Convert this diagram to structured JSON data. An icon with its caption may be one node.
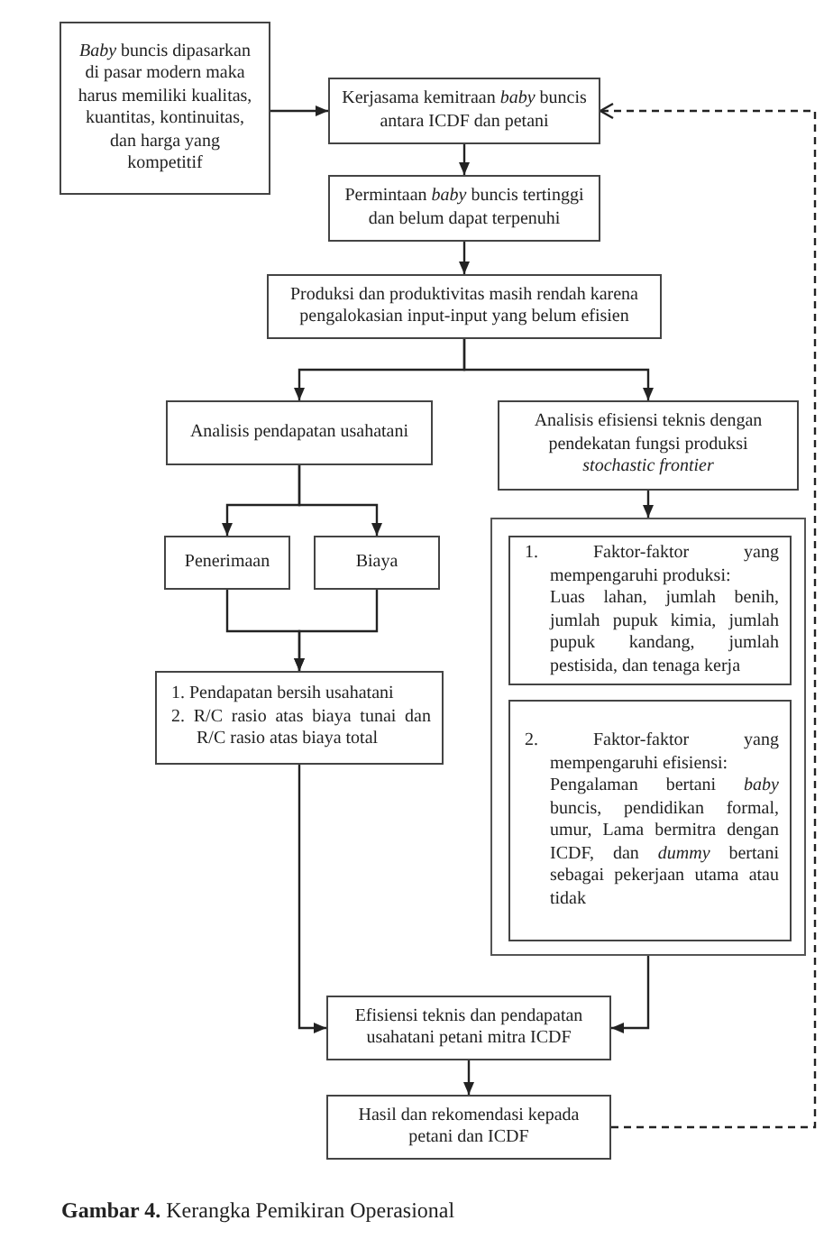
{
  "diagram": {
    "caption": "**Gambar 4.** Kerangka Pemikiran Operasional",
    "nodes": [
      {
        "text": [
          "*Baby* buncis dipasarkan di pasar modern maka harus memiliki kualitas, kuantitas, kontinuitas, dan harga yang kompetitif"
        ]
      },
      {
        "text": [
          "Kerjasama kemitraan *baby* buncis antara ICDF dan petani"
        ]
      },
      {
        "text": [
          "Permintaan *baby* buncis tertinggi dan belum dapat terpenuhi"
        ]
      },
      {
        "text": [
          "Produksi dan produktivitas masih rendah karena pengalokasian input-input yang belum efisien"
        ]
      },
      {
        "text": [
          "Analisis pendapatan usahatani"
        ]
      },
      {
        "text": [
          "Analisis efisiensi teknis dengan pendekatan fungsi produksi *stochastic frontier*"
        ]
      },
      {
        "text": [
          "Penerimaan"
        ]
      },
      {
        "text": [
          "Biaya"
        ]
      },
      {
        "text": [
          "1. Pendapatan bersih usahatani",
          "2. R/C rasio atas biaya tunai dan R/C rasio atas biaya total"
        ]
      },
      {
        "text": [],
        "shape": "box"
      },
      {
        "text": [
          "1. Faktor-faktor yang mempengaruhi produksi:",
          "Luas lahan, jumlah benih, jumlah pupuk kimia, jumlah pupuk kandang, jumlah pestisida, dan tenaga kerja"
        ],
        "in": 9
      },
      {
        "text": [
          "2. Faktor-faktor yang mempengaruhi efisiensi:",
          "Pengalaman bertani *baby* buncis, pendidikan formal, umur, Lama bermitra dengan ICDF, dan *dummy* bertani sebagai pekerjaan utama atau tidak"
        ],
        "in": 9
      },
      {
        "text": [
          "Efisiensi teknis dan pendapatan usahatani petani mitra ICDF"
        ]
      },
      {
        "text": [
          "Hasil dan rekomendasi kepada petani dan ICDF"
        ]
      }
    ],
    "edges": [
      {
        "from": 0,
        "to": 1,
        "arrow": "to"
      },
      {
        "from": 1,
        "to": 2,
        "arrow": "to"
      },
      {
        "from": 2,
        "to": 3,
        "arrow": "to"
      },
      {
        "from": 3,
        "to": 4,
        "arrow": "to"
      },
      {
        "from": 3,
        "to": 5,
        "arrow": "to"
      },
      {
        "from": 4,
        "to": 6,
        "arrow": "to"
      },
      {
        "from": 4,
        "to": 7,
        "arrow": "to"
      },
      {
        "from": 6,
        "to": 8,
        "arrow": "to"
      },
      {
        "from": 7,
        "to": 8,
        "arrow": "to"
      },
      {
        "from": 5,
        "to": 9,
        "arrow": "to"
      },
      {
        "from": 8,
        "to": 12,
        "arrow": "to"
      },
      {
        "from": 9,
        "to": 12,
        "arrow": "to"
      },
      {
        "from": 12,
        "to": 13,
        "arrow": "to"
      },
      {
        "from": 13,
        "to": 1,
        "arrow": "to",
        "style": "dashed"
      }
    ]
  }
}
